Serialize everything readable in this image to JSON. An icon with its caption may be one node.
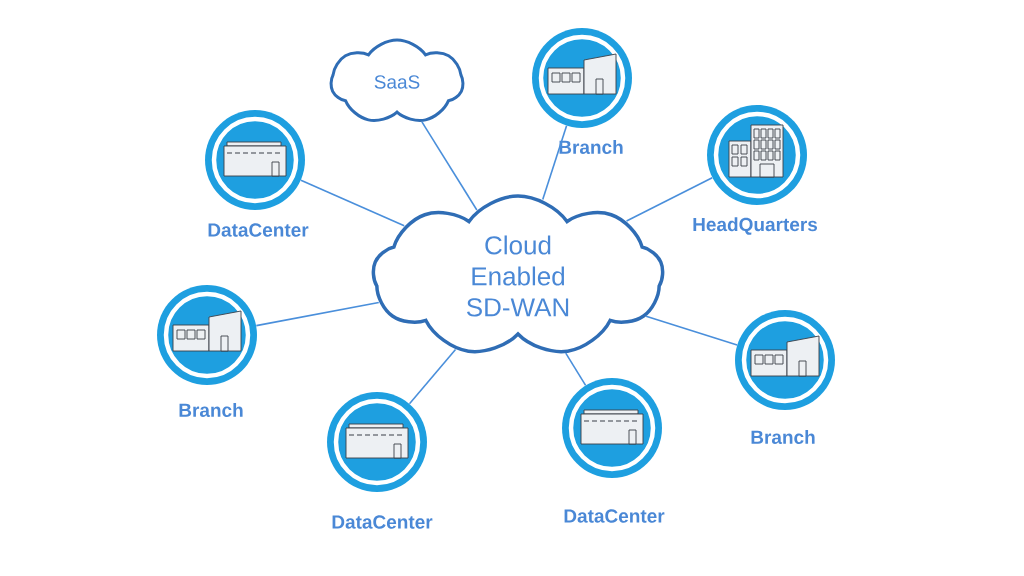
{
  "diagram": {
    "nodes": [
      {
        "text": [
          "SaaS"
        ]
      },
      {
        "text": [
          "Branch"
        ]
      },
      {
        "text": [
          "DataCenter"
        ]
      },
      {
        "text": [
          "HeadQuarters"
        ]
      },
      {
        "text": [
          "Cloud Enabled SD-WAN"
        ]
      },
      {
        "text": [
          "Branch"
        ]
      },
      {
        "text": [
          "Branch"
        ]
      },
      {
        "text": [
          "DataCenter"
        ]
      },
      {
        "text": [
          "DataCenter"
        ]
      }
    ],
    "edges": [
      {
        "from": 4,
        "to": 0,
        "arrow": "none"
      },
      {
        "from": 4,
        "to": 1,
        "arrow": "none"
      },
      {
        "from": 4,
        "to": 2,
        "arrow": "none"
      },
      {
        "from": 4,
        "to": 3,
        "arrow": "none"
      },
      {
        "from": 4,
        "to": 5,
        "arrow": "none"
      },
      {
        "from": 4,
        "to": 6,
        "arrow": "none"
      },
      {
        "from": 4,
        "to": 7,
        "arrow": "none"
      },
      {
        "from": 4,
        "to": 8,
        "arrow": "none"
      }
    ]
  }
}
